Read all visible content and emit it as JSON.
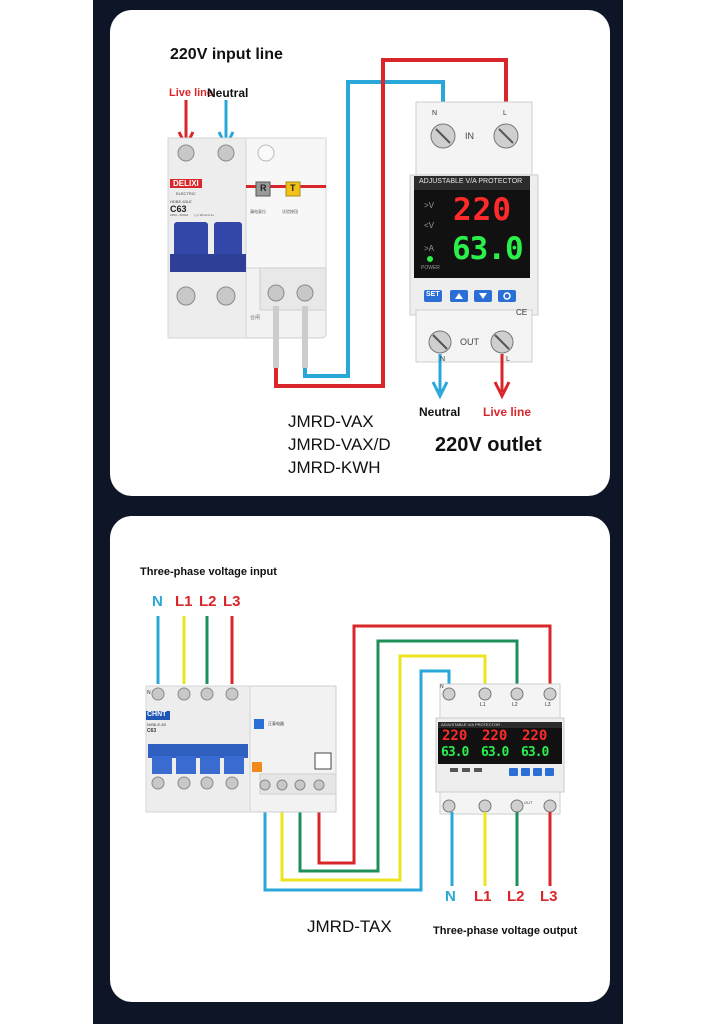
{
  "single_phase": {
    "input_title": "220V input line",
    "live_in": "Live line",
    "neutral_in": "Neutral",
    "breaker": {
      "brand": "DELIXI",
      "brand_sub": "ELECTRIC",
      "model": "HDBE-63LE",
      "rating": "C63",
      "spec": "230V~ 6000A",
      "spec2": "I△n 30mA 0.1s",
      "btn_r": "R",
      "btn_t": "T",
      "btn_r_sub": "漏电复位",
      "btn_t_sub": "试验按钮",
      "bottom_mark": "合闸"
    },
    "protector": {
      "terminal_n": "N",
      "terminal_l": "L",
      "in_label": "IN",
      "out_label": "OUT",
      "header": "ADJUSTABLE V/A PROTECTOR",
      "v_up": ">V",
      "v_down": "<V",
      "a_up": ">A",
      "power": "POWER",
      "voltage": "220",
      "current": "63.0",
      "btn_set": "SET",
      "ce": "CE"
    },
    "models": [
      "JMRD-VAX",
      "JMRD-VAX/D",
      "JMRD-KWH"
    ],
    "neutral_out": "Neutral",
    "live_out": "Live line",
    "outlet_title": "220V outlet"
  },
  "three_phase": {
    "input_title": "Three-phase voltage input",
    "in_n": "N",
    "in_l1": "L1",
    "in_l2": "L2",
    "in_l3": "L3",
    "breaker": {
      "brand": "CHNT",
      "model": "NXBLE-63",
      "rating": "C63",
      "mark": "N",
      "tag": "正泰电器"
    },
    "protector": {
      "terminal_n": "N",
      "terminal_l1": "L1",
      "terminal_l2": "L2",
      "terminal_l3": "L3",
      "header": "ADJUSTABLE V/A PROTECTOR",
      "voltages": [
        "220",
        "220",
        "220"
      ],
      "currents": [
        "63.0",
        "63.0",
        "63.0"
      ],
      "out_label": "OUT"
    },
    "model": "JMRD-TAX",
    "out_n": "N",
    "out_l1": "L1",
    "out_l2": "L2",
    "out_l3": "L3",
    "output_title": "Three-phase voltage output"
  },
  "colors": {
    "background": "#0d1526",
    "card": "#ffffff",
    "live": "#d9262b",
    "neutral": "#2aa7d9",
    "l1": "#ece421",
    "l2": "#1f8f5a",
    "l3": "#d9262b",
    "display_red": "#ff2a2a",
    "display_green": "#2cf04a",
    "button_blue": "#2b6fd6"
  }
}
